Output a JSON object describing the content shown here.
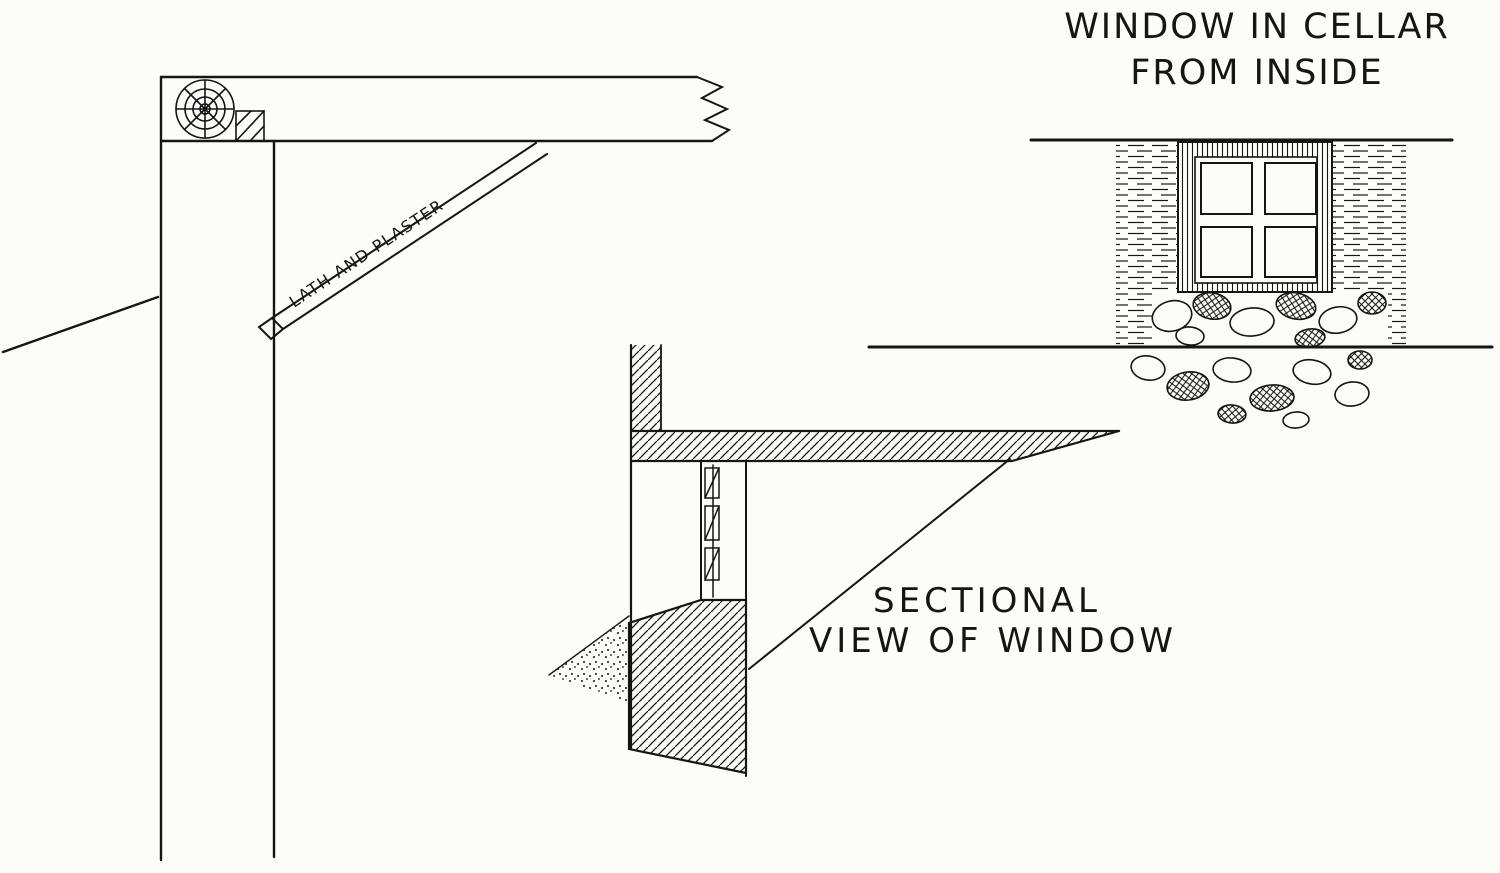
{
  "canvas": {
    "background": "#fcfcf9",
    "ink": "#151515",
    "description": "Hand-drawn architectural sketch: wall framing section with lath and plaster, sectional view of a cellar window, and interior elevation of a window in a cellar"
  },
  "figures": {
    "framing_section": {
      "label": "LATH AND PLASTER"
    },
    "window_section": {
      "label_line1": "SECTIONAL",
      "label_line2": "VIEW OF WINDOW"
    },
    "cellar_window": {
      "title_line1": "WINDOW IN CELLAR",
      "title_line2": "FROM INSIDE"
    }
  }
}
